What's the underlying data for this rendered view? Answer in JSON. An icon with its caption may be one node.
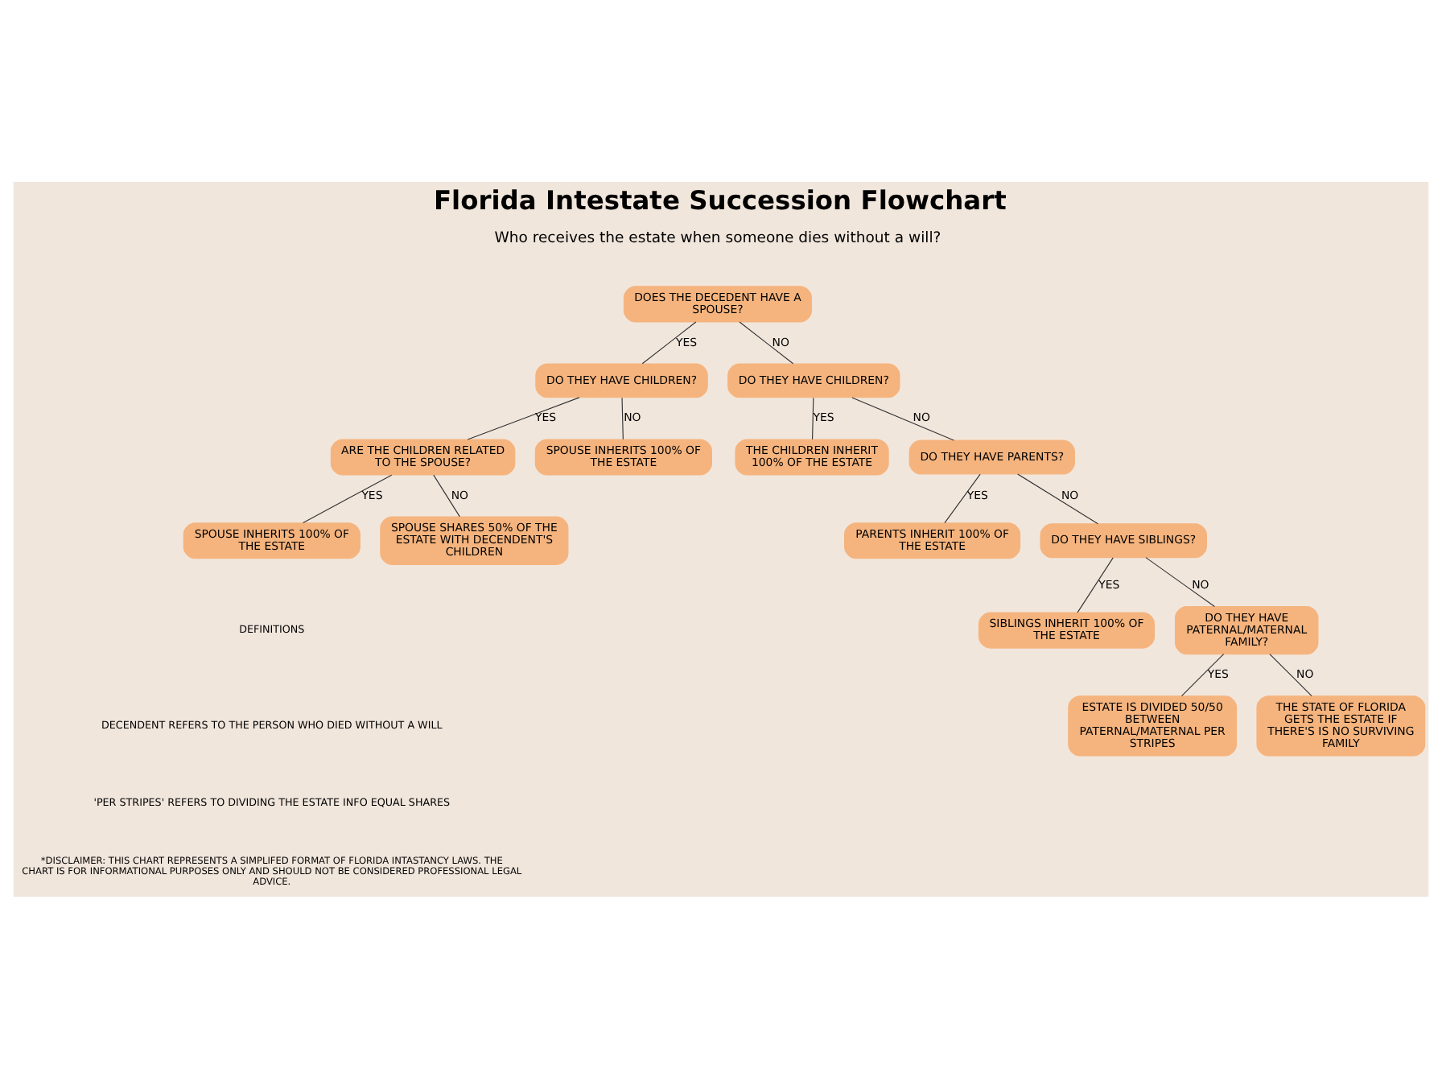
{
  "diagram": {
    "title": "Florida Intestate Succession Flowchart",
    "nodes": [
      {
        "text": [
          "DOES THE DECEDENT HAVE A SPOUSE?"
        ]
      },
      {
        "text": [
          "DO THEY HAVE CHILDREN?"
        ]
      },
      {
        "text": [
          "DO THEY HAVE CHILDREN?"
        ]
      },
      {
        "text": [
          "ARE THE CHILDREN RELATED TO THE SPOUSE?"
        ]
      },
      {
        "text": [
          "SPOUSE INHERITS 100% OF THE ESTATE"
        ]
      },
      {
        "text": [
          "SPOUSE INHERITS 100% OF THE ESTATE"
        ]
      },
      {
        "text": [
          "SPOUSE SHARES 50% OF THE ESTATE WITH DECENDENT'S CHILDREN"
        ]
      },
      {
        "text": [
          "THE CHILDREN INHERIT 100% OF THE ESTATE"
        ]
      },
      {
        "text": [
          "DO THEY HAVE PARENTS?"
        ]
      },
      {
        "text": [
          "PARENTS INHERIT 100% OF THE ESTATE"
        ]
      },
      {
        "text": [
          "DO THEY HAVE SIBLINGS?"
        ]
      },
      {
        "text": [
          "SIBLINGS INHERIT 100% OF THE ESTATE"
        ]
      },
      {
        "text": [
          "DO THEY HAVE PATERNAL/MATERNAL FAMILY?"
        ]
      },
      {
        "text": [
          "ESTATE IS DIVIDED 50/50 BETWEEN PATERNAL/MATERNAL PER STRIPES"
        ]
      },
      {
        "text": [
          "THE STATE OF FLORIDA GETS THE ESTATE IF THERE'S IS NO SURVIVING FAMILY"
        ]
      }
    ],
    "edges": [
      {
        "from": 0,
        "to": 1,
        "arrow": "none",
        "label": "YES"
      },
      {
        "from": 0,
        "to": 2,
        "arrow": "none",
        "label": "NO"
      },
      {
        "from": 1,
        "to": 3,
        "arrow": "none",
        "label": "YES"
      },
      {
        "from": 1,
        "to": 4,
        "arrow": "none",
        "label": "NO"
      },
      {
        "from": 3,
        "to": 5,
        "arrow": "none",
        "label": "YES"
      },
      {
        "from": 3,
        "to": 6,
        "arrow": "none",
        "label": "NO"
      },
      {
        "from": 2,
        "to": 7,
        "arrow": "none",
        "label": "YES"
      },
      {
        "from": 2,
        "to": 8,
        "arrow": "none",
        "label": "NO"
      },
      {
        "from": 8,
        "to": 9,
        "arrow": "none",
        "label": "YES"
      },
      {
        "from": 8,
        "to": 10,
        "arrow": "none",
        "label": "NO"
      },
      {
        "from": 10,
        "to": 11,
        "arrow": "none",
        "label": "YES"
      },
      {
        "from": 10,
        "to": 12,
        "arrow": "none",
        "label": "NO"
      },
      {
        "from": 12,
        "to": 13,
        "arrow": "none",
        "label": "YES"
      },
      {
        "from": 12,
        "to": 14,
        "arrow": "none",
        "label": "NO"
      }
    ],
    "labels": [
      "Who receives the estate when someone dies without a will?",
      "DEFINITIONS",
      "DECENDENT REFERS TO THE PERSON WHO DIED WITHOUT A WILL",
      "'PER STRIPES' REFERS TO DIVIDING THE ESTATE INFO EQUAL SHARES",
      "*DISCLAIMER: THIS CHART REPRESENTS A SIMPLIFED FORMAT OF FLORIDA INTASTANCY LAWS. THE CHART IS FOR INFORMATIONAL PURPOSES ONLY AND SHOULD NOT BE CONSIDERED PROFESSIONAL LEGAL ADVICE."
    ]
  }
}
